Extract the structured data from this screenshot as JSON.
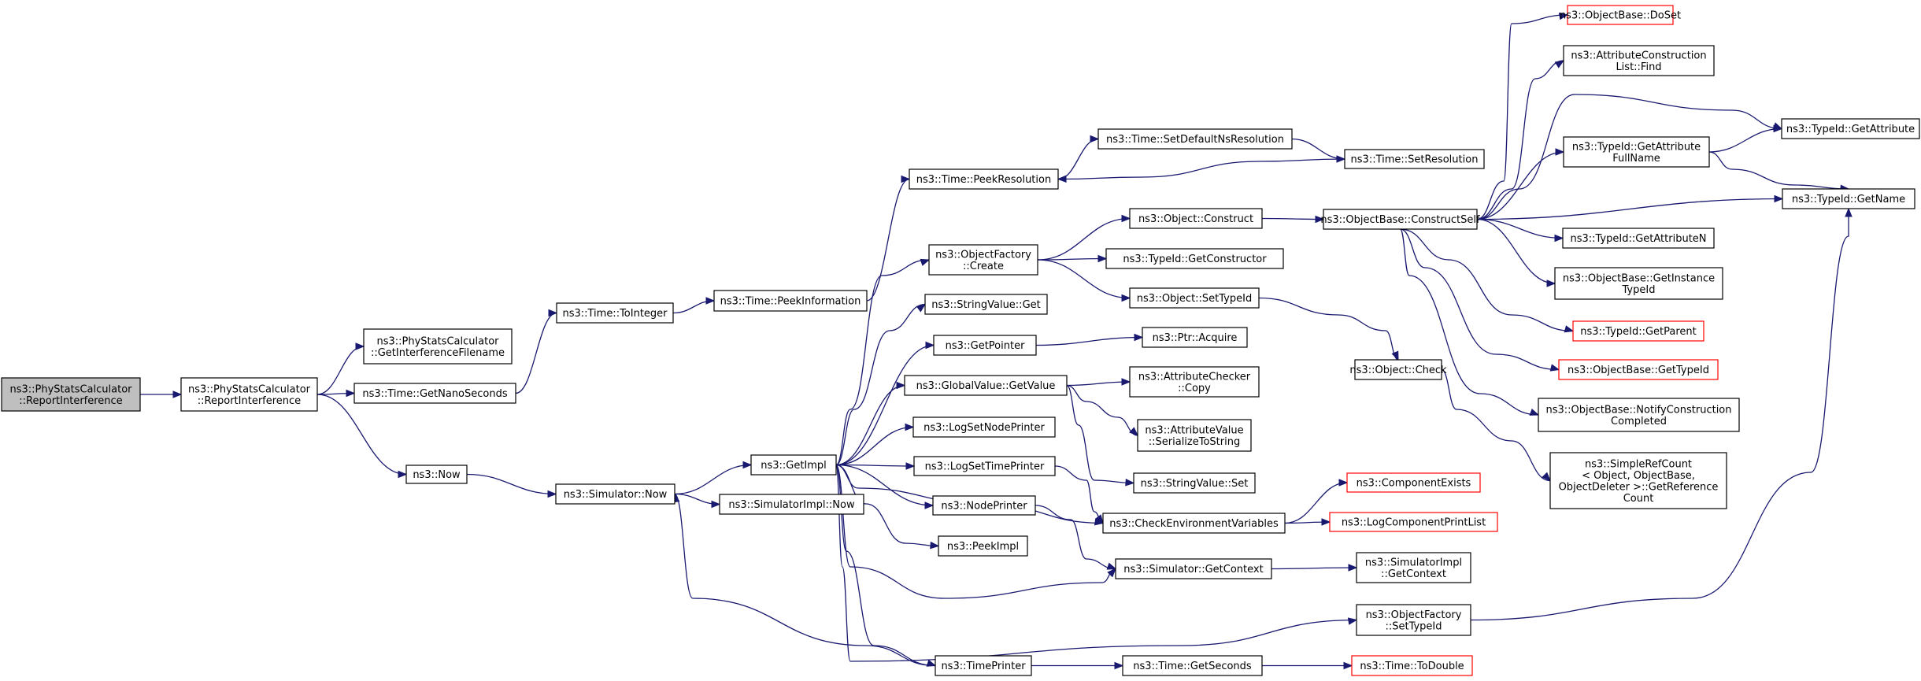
{
  "colors": {
    "edge": "#191970",
    "node_border": "#000000",
    "incomplete_border": "#ff0000",
    "root_fill": "#bfbfbf",
    "node_fill": "#ffffff"
  },
  "nodes": [
    {
      "id": "root",
      "lines": [
        "ns3::PhyStatsCalculator",
        "::ReportInterference"
      ],
      "style": "root"
    },
    {
      "id": "report",
      "lines": [
        "ns3::PhyStatsCalculator",
        "::ReportInterference"
      ]
    },
    {
      "id": "getintf",
      "lines": [
        "ns3::PhyStatsCalculator",
        "::GetInterferenceFilename"
      ]
    },
    {
      "id": "nano",
      "lines": [
        "ns3::Time::GetNanoSeconds"
      ]
    },
    {
      "id": "now",
      "lines": [
        "ns3::Now"
      ]
    },
    {
      "id": "toint",
      "lines": [
        "ns3::Time::ToInteger"
      ]
    },
    {
      "id": "peekinfo",
      "lines": [
        "ns3::Time::PeekInformation"
      ]
    },
    {
      "id": "peekres",
      "lines": [
        "ns3::Time::PeekResolution"
      ]
    },
    {
      "id": "setdefres",
      "lines": [
        "ns3::Time::SetDefaultNsResolution"
      ]
    },
    {
      "id": "setres",
      "lines": [
        "ns3::Time::SetResolution"
      ]
    },
    {
      "id": "simnow",
      "lines": [
        "ns3::Simulator::Now"
      ]
    },
    {
      "id": "getimpl",
      "lines": [
        "ns3::GetImpl"
      ]
    },
    {
      "id": "simimplnow",
      "lines": [
        "ns3::SimulatorImpl::Now"
      ]
    },
    {
      "id": "objfact",
      "lines": [
        "ns3::ObjectFactory",
        "::Create"
      ]
    },
    {
      "id": "strget",
      "lines": [
        "ns3::StringValue::Get"
      ]
    },
    {
      "id": "getptr",
      "lines": [
        "ns3::GetPointer"
      ]
    },
    {
      "id": "gvget",
      "lines": [
        "ns3::GlobalValue::GetValue"
      ]
    },
    {
      "id": "lognode",
      "lines": [
        "ns3::LogSetNodePrinter"
      ]
    },
    {
      "id": "logtime",
      "lines": [
        "ns3::LogSetTimePrinter"
      ]
    },
    {
      "id": "nodeprinter",
      "lines": [
        "ns3::NodePrinter"
      ]
    },
    {
      "id": "peekimpl",
      "lines": [
        "ns3::PeekImpl"
      ]
    },
    {
      "id": "timeprinter",
      "lines": [
        "ns3::TimePrinter"
      ]
    },
    {
      "id": "objconstruct",
      "lines": [
        "ns3::Object::Construct"
      ]
    },
    {
      "id": "getctor",
      "lines": [
        "ns3::TypeId::GetConstructor"
      ]
    },
    {
      "id": "settypeid",
      "lines": [
        "ns3::Object::SetTypeId"
      ]
    },
    {
      "id": "ptracq",
      "lines": [
        "ns3::Ptr::Acquire"
      ]
    },
    {
      "id": "attrcheck",
      "lines": [
        "ns3::AttributeChecker",
        "::Copy"
      ]
    },
    {
      "id": "attrval",
      "lines": [
        "ns3::AttributeValue",
        "::SerializeToString"
      ]
    },
    {
      "id": "strset",
      "lines": [
        "ns3::StringValue::Set"
      ]
    },
    {
      "id": "checkenv",
      "lines": [
        "ns3::CheckEnvironmentVariables"
      ]
    },
    {
      "id": "getctx",
      "lines": [
        "ns3::Simulator::GetContext"
      ]
    },
    {
      "id": "getsec",
      "lines": [
        "ns3::Time::GetSeconds"
      ]
    },
    {
      "id": "constructself",
      "lines": [
        "ns3::ObjectBase::ConstructSelf"
      ]
    },
    {
      "id": "objcheck",
      "lines": [
        "ns3::Object::Check"
      ]
    },
    {
      "id": "compexists",
      "lines": [
        "ns3::ComponentExists"
      ],
      "style": "incomplete"
    },
    {
      "id": "logcomp",
      "lines": [
        "ns3::LogComponentPrintList"
      ],
      "style": "incomplete"
    },
    {
      "id": "implctx",
      "lines": [
        "ns3::SimulatorImpl",
        "::GetContext"
      ]
    },
    {
      "id": "ofsettype",
      "lines": [
        "ns3::ObjectFactory",
        "::SetTypeId"
      ]
    },
    {
      "id": "todouble",
      "lines": [
        "ns3::Time::ToDouble"
      ],
      "style": "incomplete"
    },
    {
      "id": "doset",
      "lines": [
        "ns3::ObjectBase::DoSet"
      ],
      "style": "incomplete"
    },
    {
      "id": "acfind",
      "lines": [
        "ns3::AttributeConstruction",
        "List::Find"
      ]
    },
    {
      "id": "getattrfull",
      "lines": [
        "ns3::TypeId::GetAttribute",
        "FullName"
      ]
    },
    {
      "id": "getattrn",
      "lines": [
        "ns3::TypeId::GetAttributeN"
      ]
    },
    {
      "id": "getinst",
      "lines": [
        "ns3::ObjectBase::GetInstance",
        "TypeId"
      ]
    },
    {
      "id": "getparent",
      "lines": [
        "ns3::TypeId::GetParent"
      ],
      "style": "incomplete"
    },
    {
      "id": "gettypeid",
      "lines": [
        "ns3::ObjectBase::GetTypeId"
      ],
      "style": "incomplete"
    },
    {
      "id": "notify",
      "lines": [
        "ns3::ObjectBase::NotifyConstruction",
        "Completed"
      ]
    },
    {
      "id": "refcount",
      "lines": [
        "ns3::SimpleRefCount",
        "< Object, ObjectBase,",
        " ObjectDeleter >::GetReference",
        "Count"
      ]
    },
    {
      "id": "getattr",
      "lines": [
        "ns3::TypeId::GetAttribute"
      ]
    },
    {
      "id": "getname",
      "lines": [
        "ns3::TypeId::GetName"
      ]
    }
  ],
  "edges": [
    [
      "root",
      "report"
    ],
    [
      "report",
      "getintf"
    ],
    [
      "report",
      "nano"
    ],
    [
      "report",
      "now"
    ],
    [
      "nano",
      "toint"
    ],
    [
      "toint",
      "peekinfo"
    ],
    [
      "peekinfo",
      "peekres"
    ],
    [
      "peekres",
      "setdefres"
    ],
    [
      "setdefres",
      "setres"
    ],
    [
      "setres",
      "peekres"
    ],
    [
      "now",
      "simnow"
    ],
    [
      "simnow",
      "getimpl"
    ],
    [
      "simnow",
      "simimplnow"
    ],
    [
      "getimpl",
      "objfact"
    ],
    [
      "getimpl",
      "strget"
    ],
    [
      "getimpl",
      "getptr"
    ],
    [
      "getimpl",
      "gvget"
    ],
    [
      "getimpl",
      "lognode"
    ],
    [
      "getimpl",
      "logtime"
    ],
    [
      "getimpl",
      "nodeprinter"
    ],
    [
      "getimpl",
      "peekimpl"
    ],
    [
      "getimpl",
      "timeprinter"
    ],
    [
      "getimpl",
      "ofsettype"
    ],
    [
      "getimpl",
      "checkenv"
    ],
    [
      "getimpl",
      "getctx"
    ],
    [
      "timeprinter",
      "simnow"
    ],
    [
      "timeprinter",
      "getsec"
    ],
    [
      "getsec",
      "todouble"
    ],
    [
      "objfact",
      "objconstruct"
    ],
    [
      "objfact",
      "getctor"
    ],
    [
      "objfact",
      "settypeid"
    ],
    [
      "objconstruct",
      "constructself"
    ],
    [
      "settypeid",
      "objcheck"
    ],
    [
      "objcheck",
      "refcount"
    ],
    [
      "getptr",
      "ptracq"
    ],
    [
      "gvget",
      "attrcheck"
    ],
    [
      "gvget",
      "attrval"
    ],
    [
      "gvget",
      "strset"
    ],
    [
      "logtime",
      "checkenv"
    ],
    [
      "nodeprinter",
      "getctx"
    ],
    [
      "checkenv",
      "compexists"
    ],
    [
      "checkenv",
      "logcomp"
    ],
    [
      "getctx",
      "implctx"
    ],
    [
      "ofsettype",
      "getname"
    ],
    [
      "constructself",
      "doset"
    ],
    [
      "constructself",
      "acfind"
    ],
    [
      "constructself",
      "getattr"
    ],
    [
      "constructself",
      "getattrfull"
    ],
    [
      "constructself",
      "getname"
    ],
    [
      "constructself",
      "getattrn"
    ],
    [
      "constructself",
      "getinst"
    ],
    [
      "constructself",
      "getparent"
    ],
    [
      "constructself",
      "gettypeid"
    ],
    [
      "constructself",
      "notify"
    ],
    [
      "getattrfull",
      "getattr"
    ],
    [
      "getattrfull",
      "getname"
    ]
  ]
}
